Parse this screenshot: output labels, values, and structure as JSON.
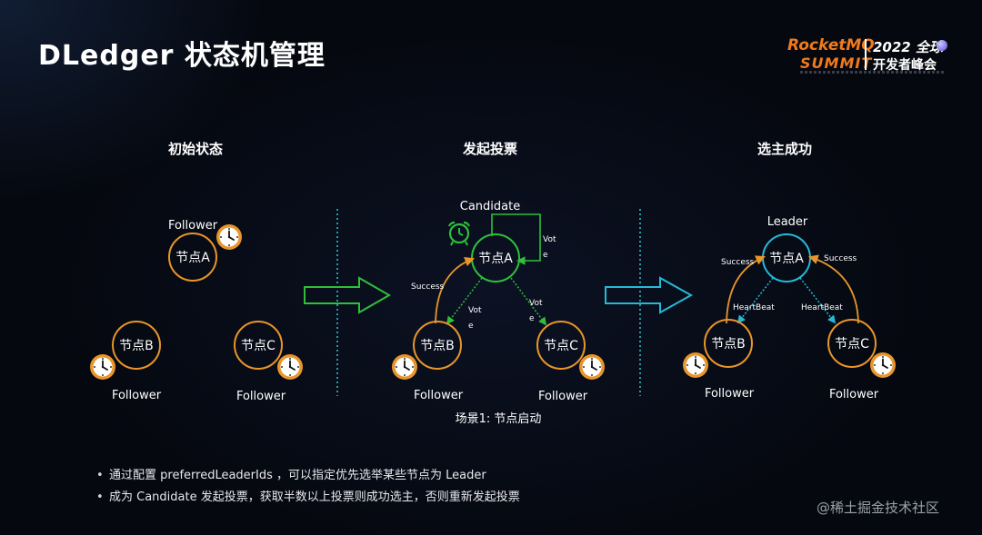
{
  "slide": {
    "title": "DLedger 状态机管理",
    "logo": {
      "brand": "RocketMQ",
      "summit": "SUMMIT",
      "year": "2022 全球",
      "conference": "开发者峰会"
    },
    "watermark": "@稀土掘金技术社区"
  },
  "phases": [
    {
      "title": "初始状态"
    },
    {
      "title": "发起投票"
    },
    {
      "title": "选主成功"
    }
  ],
  "caption": "场景1: 节点启动",
  "labels": {
    "follower": "Follower",
    "candidate": "Candidate",
    "leader": "Leader",
    "node_a": "节点A",
    "node_b": "节点B",
    "node_c": "节点C",
    "success": "Success",
    "heartbeat": "HeartBeat",
    "vote_line1": "Vot",
    "vote_line2": "e"
  },
  "bullets": [
    "通过配置 preferredLeaderIds ，可以指定优先选举某些节点为 Leader",
    "成为 Candidate 发起投票，获取半数以上投票则成功选主，否则重新发起投票"
  ],
  "colors": {
    "follower": "#e8952a",
    "candidate": "#2fbf3b",
    "leader": "#25b9d6",
    "dashed_separator": "#33c9c9",
    "title_orange": "#f07a1c"
  },
  "icons": [
    "clock-icon",
    "alarm-clock-icon",
    "arrow-right-icon"
  ]
}
